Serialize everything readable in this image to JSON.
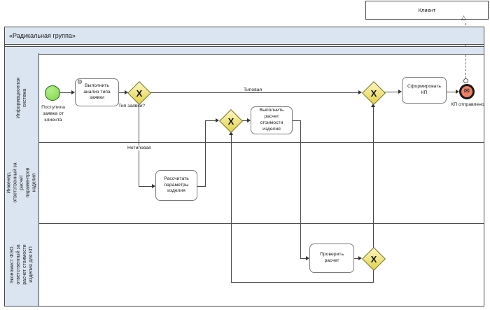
{
  "client_pool": {
    "label": "Клиент"
  },
  "pool": {
    "title": "«Радикальная группа»",
    "lanes": [
      {
        "label": "Информационная система"
      },
      {
        "label": "Инженер, ответственный за расчет параментров изделия"
      },
      {
        "label": "Экономист ФЭО, ответственный за расчет стоимости изделия для КП"
      }
    ]
  },
  "events": {
    "start": {
      "label": "Поступила заявка от клиента"
    },
    "end": {
      "label": "КП отправлено"
    }
  },
  "tasks": {
    "analyze_request": {
      "label": "Выполнить анализ типа заявки"
    },
    "calc_params": {
      "label": "Рассчитать параметры изделия"
    },
    "calc_cost": {
      "label": "Выполнить расчет стоимости изделия"
    },
    "check_calc": {
      "label": "Проверить расчет"
    },
    "form_proposal": {
      "label": "Сформировать КП"
    }
  },
  "gateways": {
    "marker": "X",
    "request_type": {
      "label": "Тип заявки?"
    }
  },
  "flow_labels": {
    "typical": "Типовая",
    "atypical": "Нетиповая"
  },
  "icons": {
    "service_gear": "⚙",
    "message_envelope": "✉",
    "message_flow_arrowhead": "△"
  },
  "colors": {
    "lane_fill": "#dbe5f1",
    "gateway_fill_light": "#fcf7c0",
    "gateway_fill_dark": "#e3d24b",
    "start_fill": "#7bd74a",
    "end_fill": "#ef8068",
    "line": "#4a4a4a"
  }
}
